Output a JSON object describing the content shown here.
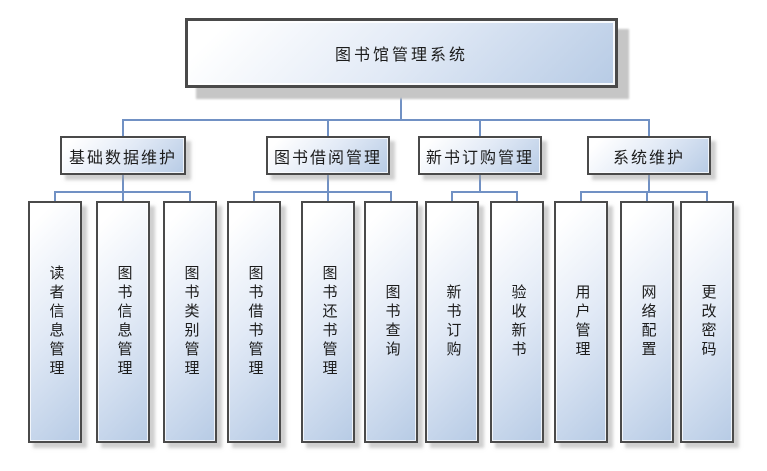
{
  "diagram": {
    "colors": {
      "connector": "#7191c4",
      "border": "#4a4a4a",
      "fill_end": "#b7cbe5",
      "text": "#1c1c1c"
    },
    "root": {
      "label": "图书馆管理系统"
    },
    "branches": [
      {
        "label": "基础数据维护",
        "children": [
          "读者信息管理",
          "图书信息管理",
          "图书类别管理"
        ]
      },
      {
        "label": "图书借阅管理",
        "children": [
          "图书借书管理",
          "图书还书管理",
          "图书查询"
        ]
      },
      {
        "label": "新书订购管理",
        "children": [
          "新书订购",
          "验收新书"
        ]
      },
      {
        "label": "系统维护",
        "children": [
          "用户管理",
          "网络配置",
          "更改密码"
        ]
      }
    ]
  }
}
